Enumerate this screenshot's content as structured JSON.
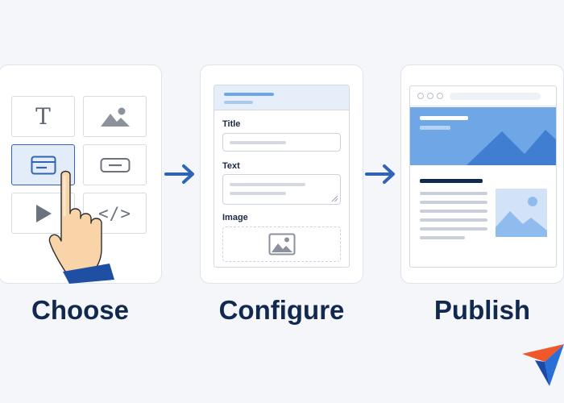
{
  "steps": [
    {
      "label": "Choose"
    },
    {
      "label": "Configure"
    },
    {
      "label": "Publish"
    }
  ],
  "widgets": {
    "text_glyph": "T",
    "code_glyph": "</>"
  },
  "form": {
    "fields": [
      {
        "label": "Title"
      },
      {
        "label": "Text"
      },
      {
        "label": "Image"
      }
    ]
  },
  "colors": {
    "accent": "#2f64b7",
    "heading": "#12294f",
    "hero": "#6ea6e6",
    "logo_orange": "#f0572a",
    "logo_blue": "#2a6fd6"
  }
}
